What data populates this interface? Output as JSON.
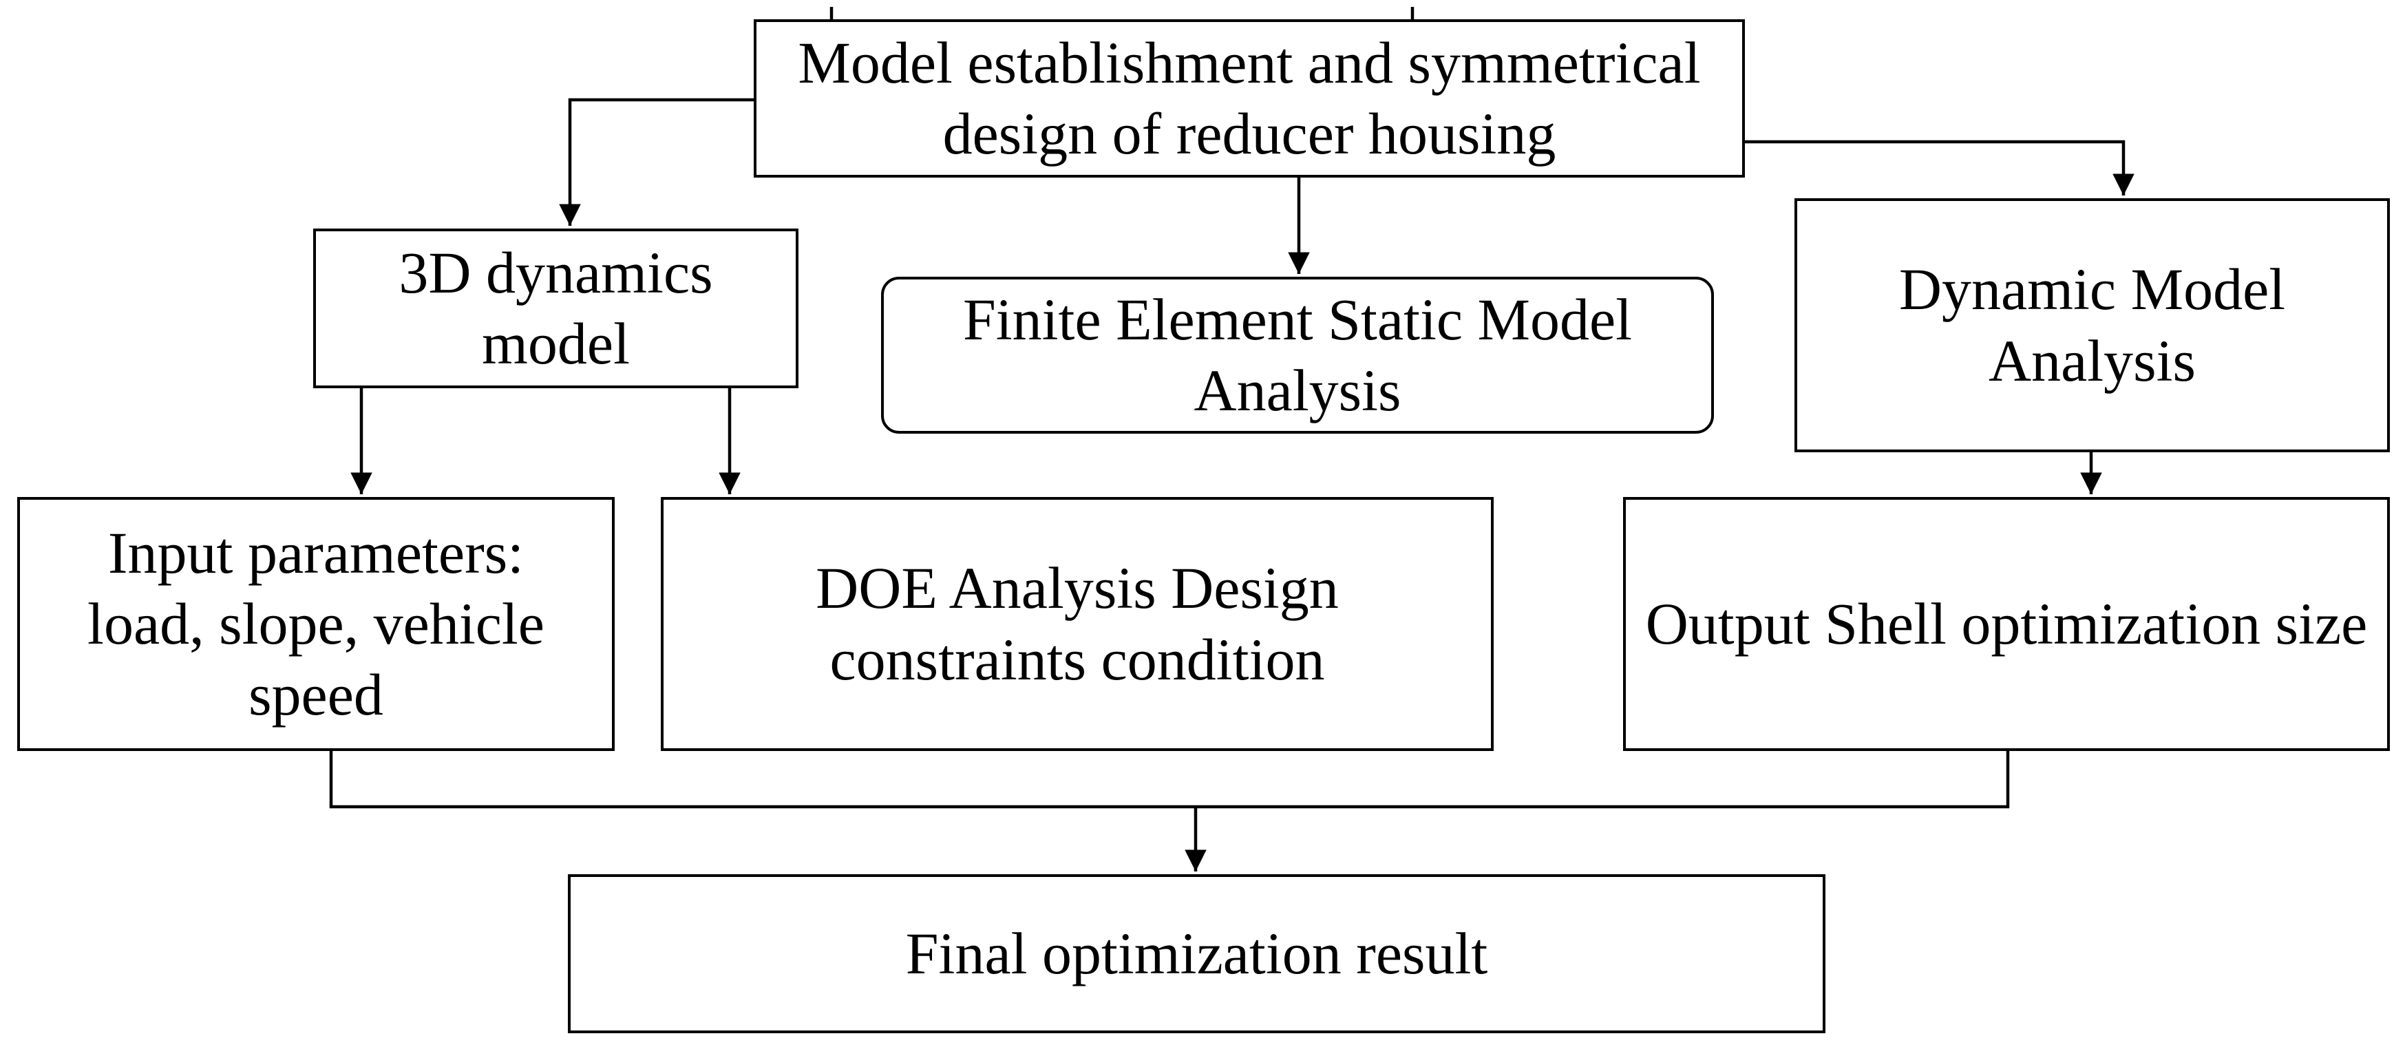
{
  "diagram": {
    "nodes": {
      "model_establishment": "Model establishment and symmetrical\ndesign of reducer housing",
      "dynamics_3d": "3D dynamics\nmodel",
      "fe_static": "Finite Element Static Model\nAnalysis",
      "dynamic_model": "Dynamic Model\nAnalysis",
      "input_params": "Input parameters:\nload, slope, vehicle\nspeed",
      "doe_analysis": "DOE Analysis Design\nconstraints condition",
      "output_shell": "Output Shell optimization size",
      "final_result": "Final optimization result"
    },
    "edges": [
      {
        "from": "model_establishment",
        "to": "dynamics_3d"
      },
      {
        "from": "model_establishment",
        "to": "fe_static"
      },
      {
        "from": "model_establishment",
        "to": "dynamic_model"
      },
      {
        "from": "dynamics_3d",
        "to": "input_params"
      },
      {
        "from": "dynamics_3d",
        "to": "doe_analysis"
      },
      {
        "from": "dynamic_model",
        "to": "output_shell"
      },
      {
        "from": "input_params",
        "to": "final_result"
      },
      {
        "from": "output_shell",
        "to": "final_result"
      }
    ],
    "colors": {
      "stroke": "#000000",
      "fill": "#ffffff",
      "text": "#000000"
    }
  }
}
